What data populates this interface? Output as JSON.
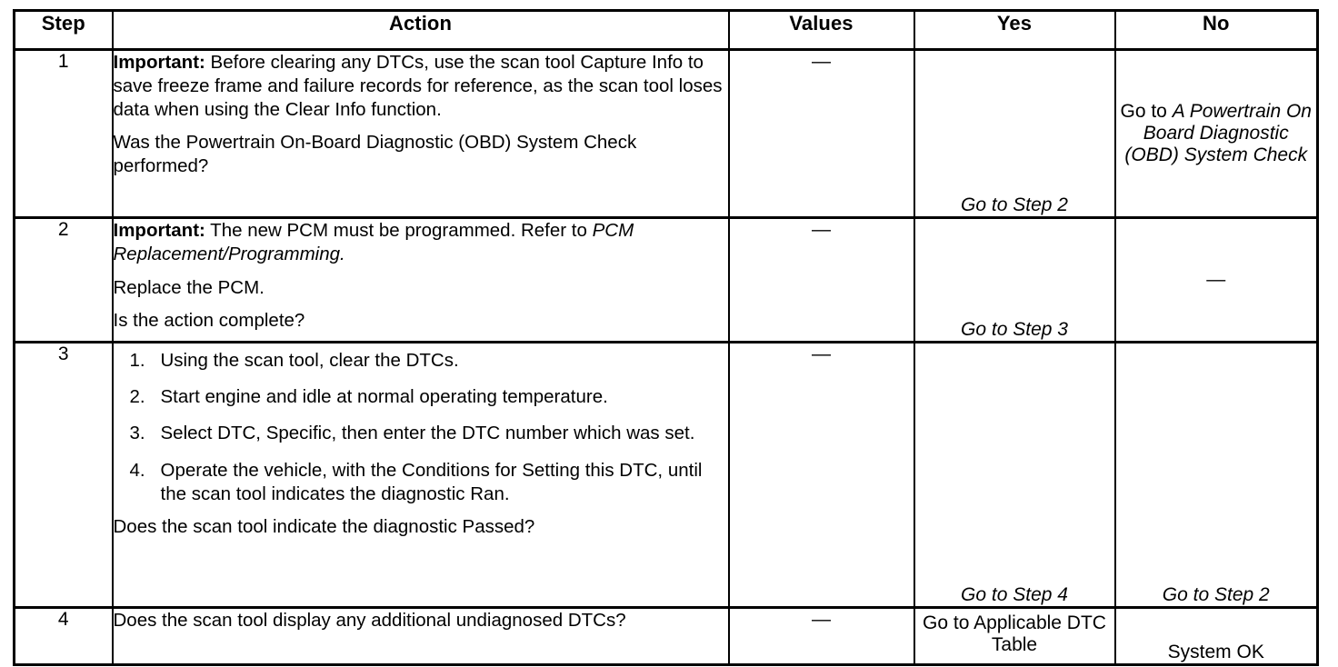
{
  "table": {
    "columns": [
      {
        "key": "step",
        "label": "Step"
      },
      {
        "key": "action",
        "label": "Action"
      },
      {
        "key": "values",
        "label": "Values"
      },
      {
        "key": "yes",
        "label": "Yes"
      },
      {
        "key": "no",
        "label": "No"
      }
    ],
    "rows": [
      {
        "step": "1",
        "action": {
          "paragraphs": [
            {
              "lead": "Important:",
              "text": " Before clearing any DTCs, use the scan tool Capture Info to save freeze frame and failure records for reference, as the scan tool loses data when using the Clear Info function."
            },
            {
              "lead": "",
              "text": "Was the Powertrain On-Board Diagnostic (OBD) System Check performed?"
            }
          ]
        },
        "values": "—",
        "yes": "Go to Step 2",
        "no_prefix": "Go to ",
        "no_italic": "A Powertrain On Board Diagnostic (OBD) System Check"
      },
      {
        "step": "2",
        "action": {
          "paragraphs": [
            {
              "lead": "Important:",
              "text": " The new PCM must be programmed. Refer to ",
              "italic_tail": "PCM Replacement/Programming."
            },
            {
              "lead": "",
              "text": "Replace the PCM."
            },
            {
              "lead": "",
              "text": "Is the action complete?"
            }
          ]
        },
        "values": "—",
        "yes": "Go to Step 3",
        "no": "—"
      },
      {
        "step": "3",
        "action": {
          "list": [
            "Using the scan tool, clear the DTCs.",
            "Start engine and idle at normal operating temperature.",
            "Select DTC, Specific, then enter the DTC number which was set.",
            "Operate the vehicle, with the Conditions for Setting this DTC, until the scan tool indicates the diagnostic Ran."
          ],
          "question": "Does the scan tool indicate the diagnostic Passed?"
        },
        "values": "—",
        "yes": "Go to Step 4",
        "no": "Go to Step 2"
      },
      {
        "step": "4",
        "action": {
          "paragraphs": [
            {
              "lead": "",
              "text": "Does the scan tool display any additional undiagnosed DTCs?"
            }
          ]
        },
        "values": "—",
        "yes": "Go to Applicable DTC Table",
        "no": "System OK"
      }
    ]
  }
}
